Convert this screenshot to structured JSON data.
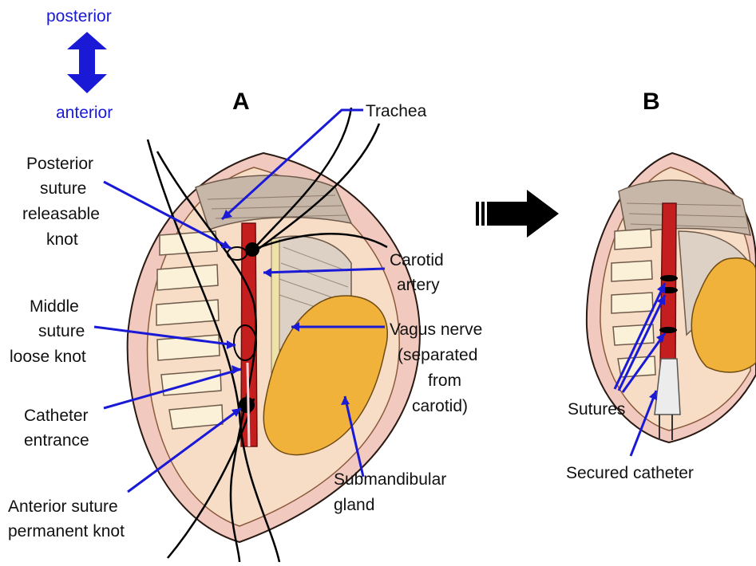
{
  "orientation": {
    "top_label": "posterior",
    "bottom_label": "anterior"
  },
  "panels": {
    "a": "A",
    "b": "B"
  },
  "labels_a": {
    "trachea": "Trachea",
    "posterior_suture": [
      "Posterior",
      "suture",
      "releasable",
      "knot"
    ],
    "middle_suture": [
      "Middle",
      "suture",
      "loose knot"
    ],
    "catheter_entrance": [
      "Catheter",
      "entrance"
    ],
    "anterior_suture": [
      "Anterior suture",
      "permanent knot"
    ],
    "carotid_artery": [
      "Carotid",
      "artery"
    ],
    "vagus_nerve": [
      "Vagus nerve",
      "(separated",
      "from",
      "carotid)"
    ],
    "submandibular_gland": [
      "Submandibular",
      "gland"
    ]
  },
  "labels_b": {
    "sutures": "Sutures",
    "secured_catheter": "Secured catheter"
  },
  "colors": {
    "skin_outer": "#f2c9bf",
    "skin_edge": "#2a1a14",
    "cavity": "#f7dcc6",
    "artery": "#c41e1e",
    "gland": "#f1b23c",
    "muscle": "#c7b7a9",
    "pointer_blue": "#1a1ad6",
    "label_blue": "#1a1ad6"
  }
}
